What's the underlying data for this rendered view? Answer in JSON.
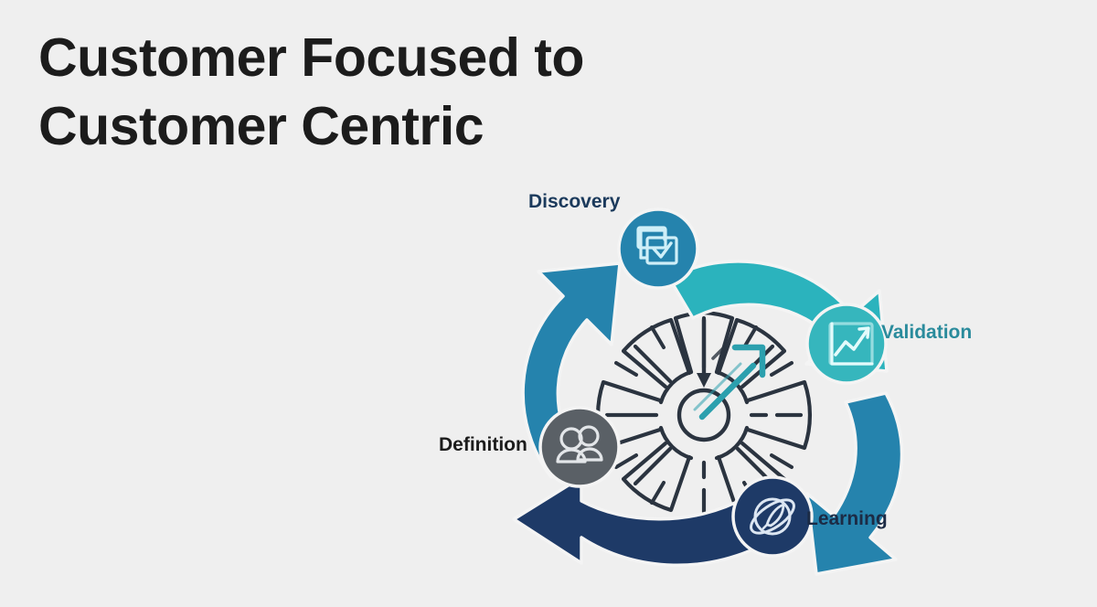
{
  "slide": {
    "background_color": "#efefef",
    "title": {
      "lines": [
        "Customer Focused to",
        "Customer Centric"
      ],
      "color": "#1c1c1c"
    }
  },
  "diagram": {
    "type": "cycle",
    "name": "customer-centric-cycle",
    "center": {
      "name": "target-wheel",
      "description": "radial target wheel with inbound dark arrow and outbound teal arrow",
      "line_color": "#2b3440",
      "accent_color": "#2ca0ae"
    },
    "nodes": [
      {
        "id": "discovery",
        "label": "Discovery",
        "icon": "documents-check-icon",
        "circle_color": "#2583ad",
        "label_color": "#1b3a5c",
        "position": "top"
      },
      {
        "id": "validation",
        "label": "Validation",
        "icon": "chart-trend-up-icon",
        "circle_color": "#36b6bd",
        "label_color": "#2a8b9c",
        "position": "right"
      },
      {
        "id": "learning",
        "label": "Learning",
        "icon": "rocket-orbit-icon",
        "circle_color": "#1e3a67",
        "label_color": "#1c2b45",
        "position": "bottom"
      },
      {
        "id": "definition",
        "label": "Definition",
        "icon": "users-group-icon",
        "circle_color": "#5a6066",
        "label_color": "#1c1c1c",
        "position": "left"
      }
    ],
    "arrows": [
      {
        "id": "definition-to-discovery",
        "from": "Definition",
        "to": "Discovery",
        "color": "#2583ad"
      },
      {
        "id": "discovery-to-validation",
        "from": "Discovery",
        "to": "Validation",
        "color": "#2bb3bd"
      },
      {
        "id": "validation-to-learning",
        "from": "Validation",
        "to": "Learning",
        "color": "#2583ad"
      },
      {
        "id": "learning-to-definition",
        "from": "Learning",
        "to": "Definition",
        "color": "#1e3a67"
      }
    ]
  }
}
